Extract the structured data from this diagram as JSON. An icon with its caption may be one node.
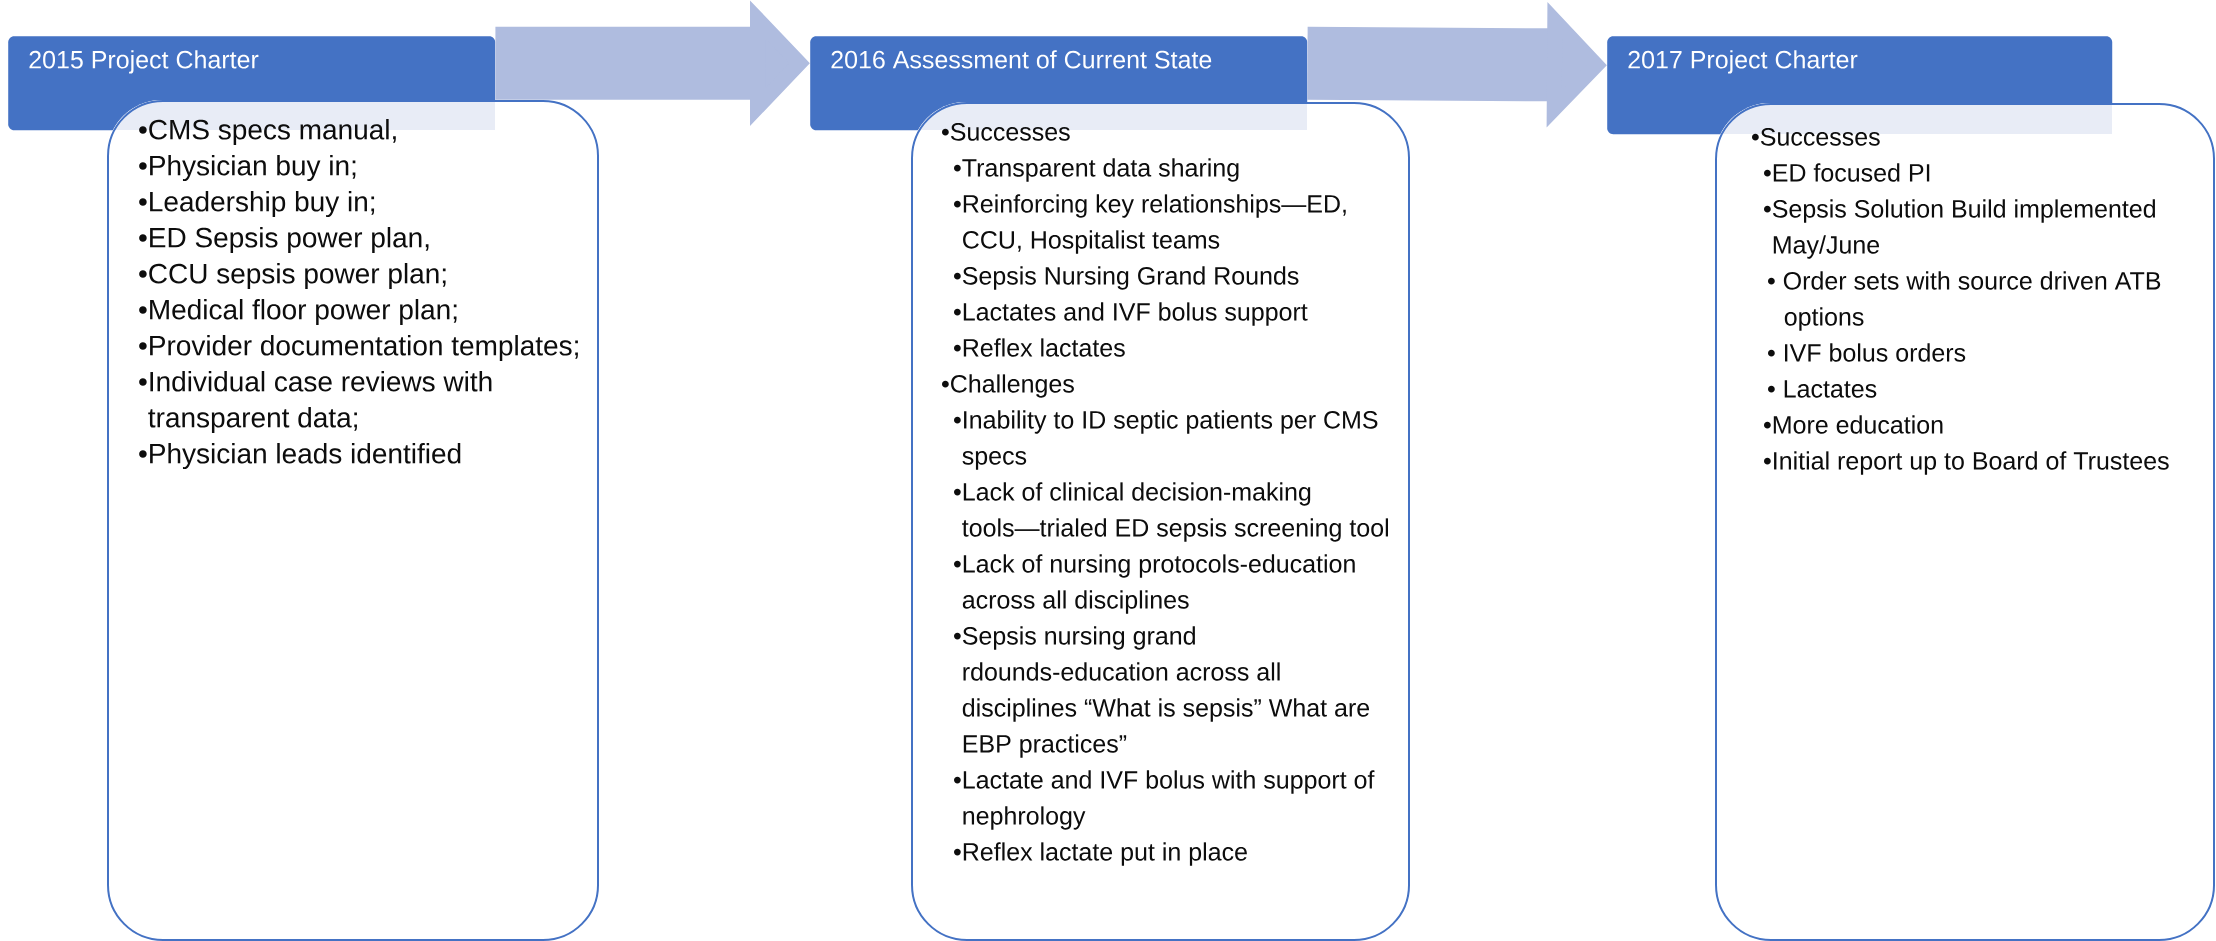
{
  "diagram": {
    "nodes": [
      {
        "text": [
          "2015 Project Charter"
        ]
      },
      {
        "text": [
          "•CMS specs manual,",
          "•Physician buy in;",
          "•Leadership buy in;",
          "•ED Sepsis power plan,",
          "•CCU sepsis power plan;",
          "•Medical floor power plan;",
          "•Provider documentation templates;",
          "•Individual case reviews with transparent data;",
          "•Physician leads identified"
        ]
      },
      {
        "text": [
          "2016 Assessment of Current State"
        ]
      },
      {
        "text": [
          "•Successes",
          "•Transparent data sharing",
          "•Reinforcing key relationships—ED, CCU, Hospitalist teams",
          "•Sepsis Nursing Grand Rounds",
          "•Lactates and IVF bolus support",
          "•Reflex lactates",
          "•Challenges",
          "•Inability to ID septic patients per CMS specs",
          "•Lack of clinical decision-making tools—trialed ED sepsis screening tool",
          "•Lack of nursing protocols-education across all disciplines",
          "•Sepsis nursing grand rdounds-education across all disciplines “What is sepsis” What are EBP practices”",
          "•Lactate and IVF bolus with support of nephrology",
          "•Reflex lactate put in place"
        ]
      },
      {
        "text": [
          "2017 Project Charter"
        ]
      },
      {
        "text": [
          "•Successes",
          "•ED focused PI",
          "•Sepsis Solution Build implemented May/June",
          "• Order sets with source driven ATB options",
          "• IVF bolus orders",
          "• Lactates",
          "•More education",
          "•Initial report up to Board of Trustees"
        ]
      }
    ],
    "edges": [
      {
        "from": 0,
        "to": 2,
        "arrow": "to"
      },
      {
        "from": 2,
        "to": 4,
        "arrow": "to"
      }
    ]
  }
}
